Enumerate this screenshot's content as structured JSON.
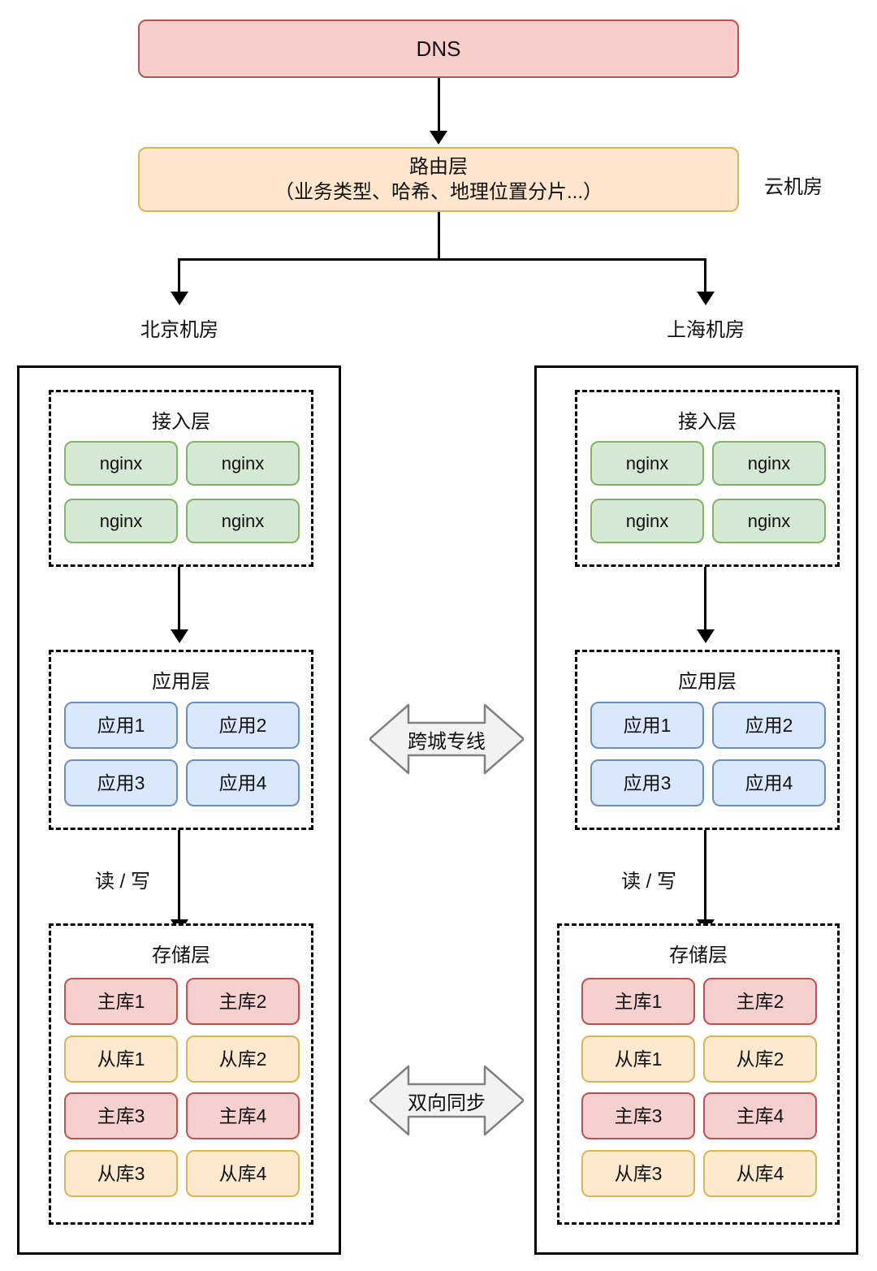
{
  "diagram": {
    "title_dns": "DNS",
    "cloud_dc_label": "云机房",
    "router": {
      "line1": "路由层",
      "line2": "（业务类型、哈希、地理位置分片...）"
    },
    "branch_labels": {
      "left": "北京机房",
      "right": "上海机房"
    },
    "rw_label": "读 / 写",
    "cross_arrows": [
      {
        "label": "跨城专线"
      },
      {
        "label": "双向同步"
      }
    ],
    "layers": {
      "access": {
        "title": "接入层",
        "nodes": [
          "nginx",
          "nginx",
          "nginx",
          "nginx"
        ]
      },
      "application": {
        "title": "应用层",
        "nodes": [
          "应用1",
          "应用2",
          "应用3",
          "应用4"
        ]
      },
      "storage": {
        "title": "存储层",
        "nodes": [
          "主库1",
          "主库2",
          "从库1",
          "从库2",
          "主库3",
          "主库4",
          "从库3",
          "从库4"
        ]
      }
    },
    "datacenters": [
      {
        "name": "北京机房"
      },
      {
        "name": "上海机房"
      }
    ],
    "colors": {
      "dns_fill": "#f8cecc",
      "dns_stroke": "#b85450",
      "router_fill": "#ffe6cc",
      "router_stroke": "#d6b656",
      "nginx_fill": "#d5e8d4",
      "nginx_stroke": "#82b366",
      "app_fill": "#dae8fc",
      "app_stroke": "#6c8ebf",
      "master_fill": "#f5d0cf",
      "master_stroke": "#c0504d",
      "slave_fill": "#fde9ce",
      "slave_stroke": "#d6b656",
      "line": "#000000",
      "arrow_fill": "#f2f2f2",
      "arrow_stroke": "#808080"
    }
  }
}
